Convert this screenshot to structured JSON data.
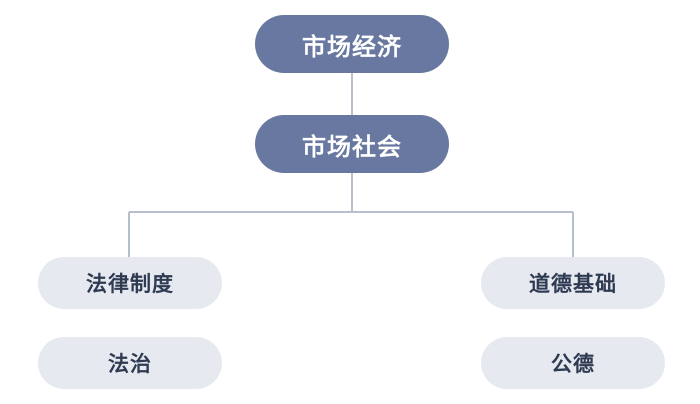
{
  "colors": {
    "primary_fill": "#6878a0",
    "secondary_fill": "#e6e9ef",
    "connector": "#b8bfcc"
  },
  "nodes": {
    "top": "市场经济",
    "mid": "市场社会",
    "left_1": "法律制度",
    "left_2": "法治",
    "right_1": "道德基础",
    "right_2": "公德"
  }
}
